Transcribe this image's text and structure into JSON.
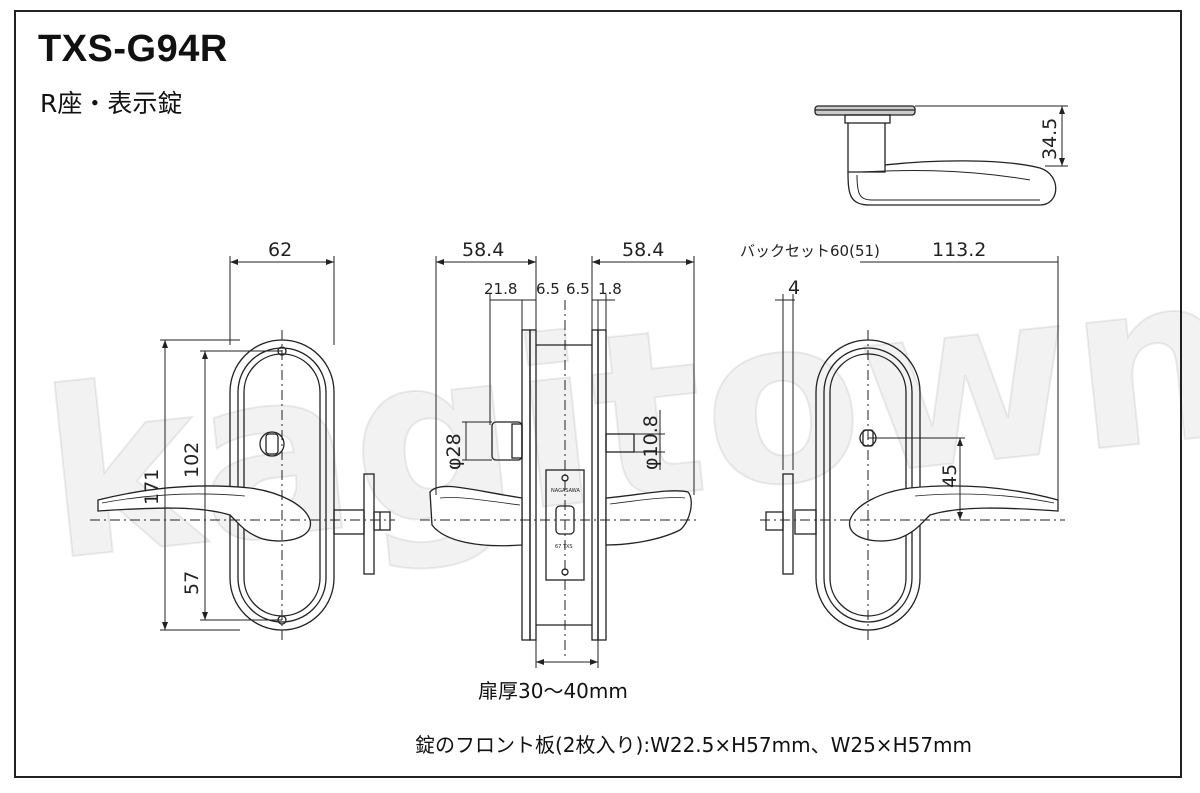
{
  "header": {
    "model": "TXS-G94R",
    "subtitle": "R座・表示錠"
  },
  "watermark": "kagitown",
  "dimensions": {
    "front_width": "62",
    "front_height_total": "171",
    "front_height_upper": "102",
    "front_height_lower": "57",
    "side_left_depth": "58.4",
    "side_right_depth": "58.4",
    "side_left_inner": "21.8",
    "side_left_gap": "6.5",
    "side_right_gap": "6.5",
    "side_right_inner": "1.8",
    "side_left_diameter": "φ28",
    "side_right_diameter": "φ10.8",
    "backset": "バックセット60(51)",
    "lever_length": "113.2",
    "back_offset": "4",
    "back_height": "45",
    "top_height": "34.5"
  },
  "plate_labels": {
    "top": "NAGASAWA",
    "bottom": "67 TXS"
  },
  "notes": {
    "door_thickness": "扉厚30〜40mm",
    "front_plate": "錠のフロント板(2枚入り):W22.5×H57mm、W25×H57mm"
  }
}
